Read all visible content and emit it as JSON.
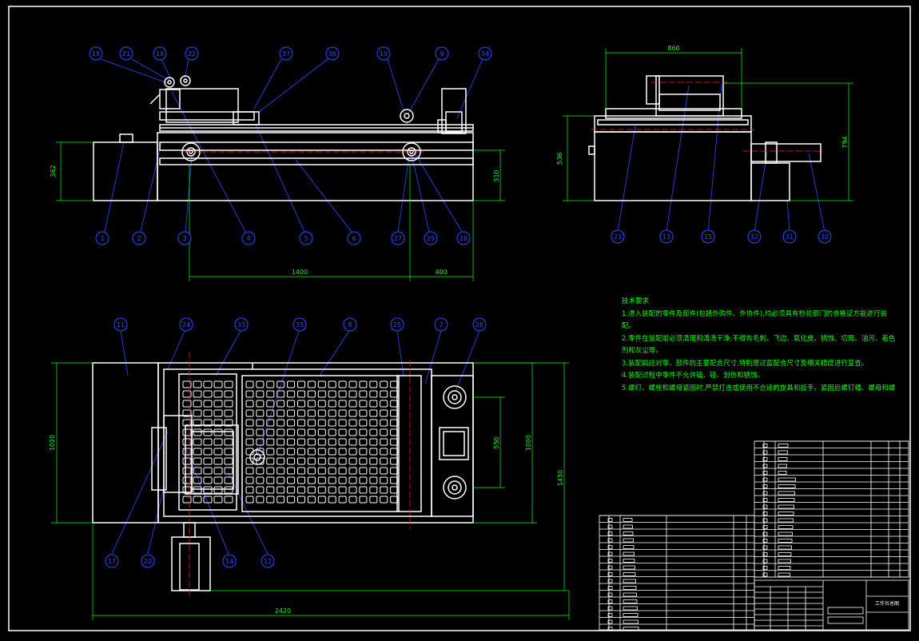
{
  "colors": {
    "outline": "#ffffff",
    "leader": "#2a48ff",
    "balloon": "#2a48ff",
    "dimension": "#00ff00",
    "centerline": "#ff2020",
    "background": "#000000"
  },
  "front_view": {
    "balloons_top": [
      "18",
      "21",
      "19",
      "22",
      "37",
      "36",
      "10",
      "9",
      "34"
    ],
    "balloons_bottom": [
      "1",
      "2",
      "3",
      "4",
      "5",
      "6",
      "27",
      "29",
      "28"
    ],
    "dims": {
      "height_left": "362",
      "height_right": "310",
      "length_main": "1400",
      "length_right": "400"
    }
  },
  "side_view": {
    "balloons_bottom": [
      "23",
      "13",
      "15",
      "32",
      "31",
      "30"
    ],
    "dims": {
      "width_top": "860",
      "height_left": "536",
      "height_right": "794"
    }
  },
  "top_view": {
    "balloons_top": [
      "11",
      "24",
      "33",
      "35",
      "8",
      "25",
      "7",
      "26"
    ],
    "balloons_bottom": [
      "17",
      "20",
      "14",
      "12"
    ],
    "dims": {
      "left_height": "1020",
      "right_inner": "550",
      "right_mid": "1000",
      "right_outer": "1430",
      "bottom_length": "2420"
    }
  },
  "tech_requirements": {
    "title": "技术要求",
    "items": [
      "1.进入装配的零件及部件(包括外购件、外协件),均必须具有检验部门的合格证方能进行装",
      "配。",
      "2.零件在装配前必须清理和清洗干净,不得有毛刺、飞边、氧化皮、锈蚀、切屑、油污、着色",
      "剂和灰尘等。",
      "3.装配前应对零、部件的主要配合尺寸,特别是过盈配合尺寸及相关精度进行复查。",
      "4.装配过程中零件不允许磕、碰、划伤和锈蚀。",
      "5.螺钉、螺栓和螺母紧固时,严禁打击或使用不合适的旋具和扳手。紧固后螺钉槽、螺母和螺"
    ]
  },
  "title_block": {
    "drawing_label": "工作台总图"
  }
}
